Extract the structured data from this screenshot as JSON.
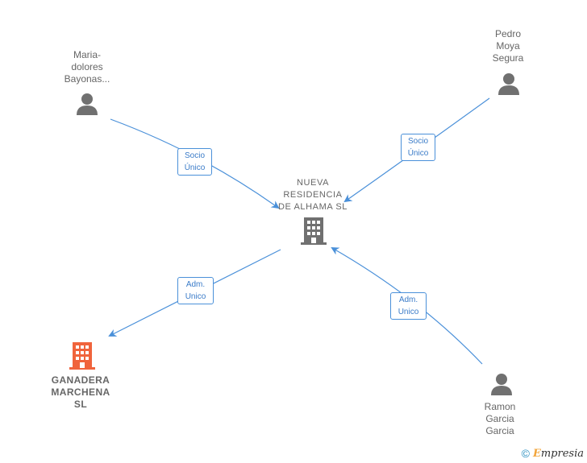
{
  "nodes": {
    "person1": {
      "name_lines": [
        "Maria-",
        "dolores",
        "Bayonas..."
      ],
      "icon": "person-icon"
    },
    "person2": {
      "name_lines": [
        "Pedro",
        "Moya",
        "Segura"
      ],
      "icon": "person-icon"
    },
    "person3": {
      "name_lines": [
        "Ramon",
        "Garcia",
        "Garcia"
      ],
      "icon": "person-icon"
    },
    "company_main": {
      "name_lines": [
        "NUEVA",
        "RESIDENCIA",
        "DE ALHAMA SL"
      ],
      "icon": "building-icon"
    },
    "company_other": {
      "name_lines": [
        "GANADERA",
        "MARCHENA",
        "SL"
      ],
      "icon": "building-icon"
    }
  },
  "edges": {
    "e1": {
      "label_lines": [
        "Socio",
        "Único"
      ]
    },
    "e2": {
      "label_lines": [
        "Socio",
        "Único"
      ]
    },
    "e3": {
      "label_lines": [
        "Adm.",
        "Unico"
      ]
    },
    "e4": {
      "label_lines": [
        "Adm.",
        "Unico"
      ]
    }
  },
  "colors": {
    "edge": "#4a90d9",
    "person_icon": "#707070",
    "company_main_icon": "#707070",
    "company_other_icon": "#f0643c"
  },
  "footer": {
    "copyright": "©",
    "brand_initial": "E",
    "brand_rest": "mpresia"
  }
}
